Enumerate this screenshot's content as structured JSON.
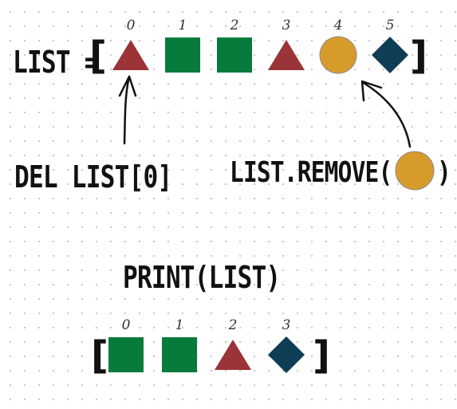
{
  "diagram": {
    "list_label": "LIST =",
    "open_bracket": "[",
    "close_bracket": "]",
    "delete_statement": "DEL LIST[0]",
    "remove_statement_prefix": "LIST.REMOVE(",
    "remove_statement_suffix": ")",
    "print_statement": "PRINT(LIST)",
    "original_list": [
      {
        "index": "0",
        "shape": "triangle",
        "color": "#9b3438"
      },
      {
        "index": "1",
        "shape": "square",
        "color": "#067b3c"
      },
      {
        "index": "2",
        "shape": "square",
        "color": "#067b3c"
      },
      {
        "index": "3",
        "shape": "triangle",
        "color": "#9b3438"
      },
      {
        "index": "4",
        "shape": "circle",
        "color": "#d79b2c"
      },
      {
        "index": "5",
        "shape": "diamond",
        "color": "#0e3d55"
      }
    ],
    "result_list": [
      {
        "index": "0",
        "shape": "square",
        "color": "#067b3c"
      },
      {
        "index": "1",
        "shape": "square",
        "color": "#067b3c"
      },
      {
        "index": "2",
        "shape": "triangle",
        "color": "#9b3438"
      },
      {
        "index": "3",
        "shape": "diamond",
        "color": "#0e3d55"
      }
    ],
    "remove_argument": {
      "shape": "circle",
      "color": "#d79b2c"
    }
  }
}
